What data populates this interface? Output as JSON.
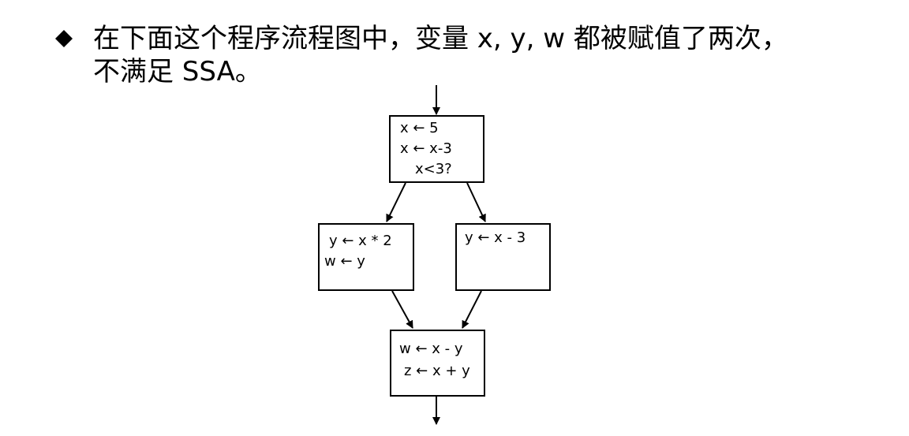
{
  "heading": {
    "bullet_icon": "black-diamond-icon",
    "line1": "在下面这个程序流程图中，变量 x, y, w 都被赋值了两次，",
    "line2": "不满足 SSA。"
  },
  "flowchart": {
    "entry_block": {
      "lines": [
        "x ← 5",
        "x ← x-3",
        "x<3?"
      ]
    },
    "left_block": {
      "lines": [
        "y ← x * 2",
        "w ← y"
      ]
    },
    "right_block": {
      "lines": [
        "y ← x - 3"
      ]
    },
    "merge_block": {
      "lines": [
        "w ← x - y",
        "z ← x + y"
      ]
    }
  }
}
